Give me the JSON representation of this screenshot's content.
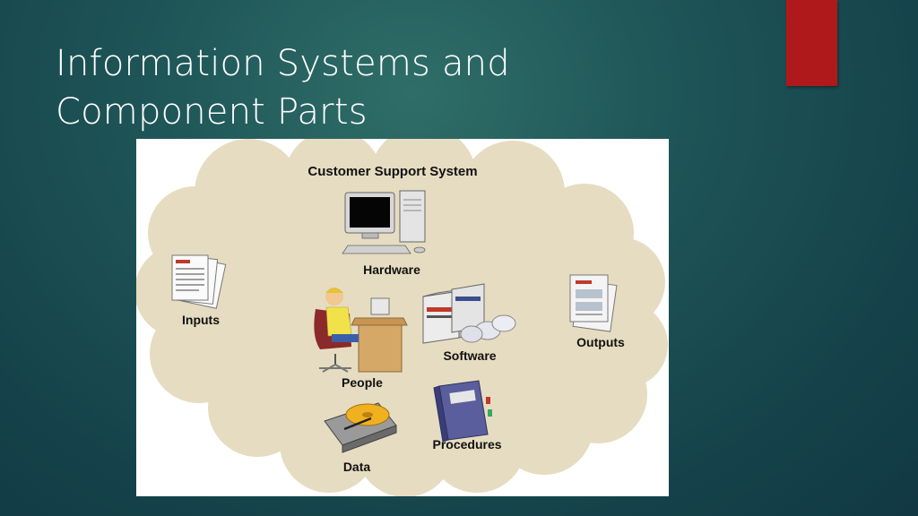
{
  "slide": {
    "title_line1": "Information Systems and",
    "title_line2": "Component Parts",
    "accent_color": "#b0191b"
  },
  "figure": {
    "title": "Customer Support System",
    "components": [
      {
        "label": "Hardware",
        "icon": "computer-icon"
      },
      {
        "label": "Inputs",
        "icon": "documents-icon"
      },
      {
        "label": "Software",
        "icon": "software-boxes-icon"
      },
      {
        "label": "Outputs",
        "icon": "report-icon"
      },
      {
        "label": "People",
        "icon": "person-at-desk-icon"
      },
      {
        "label": "Procedures",
        "icon": "binder-icon"
      },
      {
        "label": "Data",
        "icon": "hard-disk-icon"
      }
    ],
    "cloud_color": "#e6dcc1"
  }
}
